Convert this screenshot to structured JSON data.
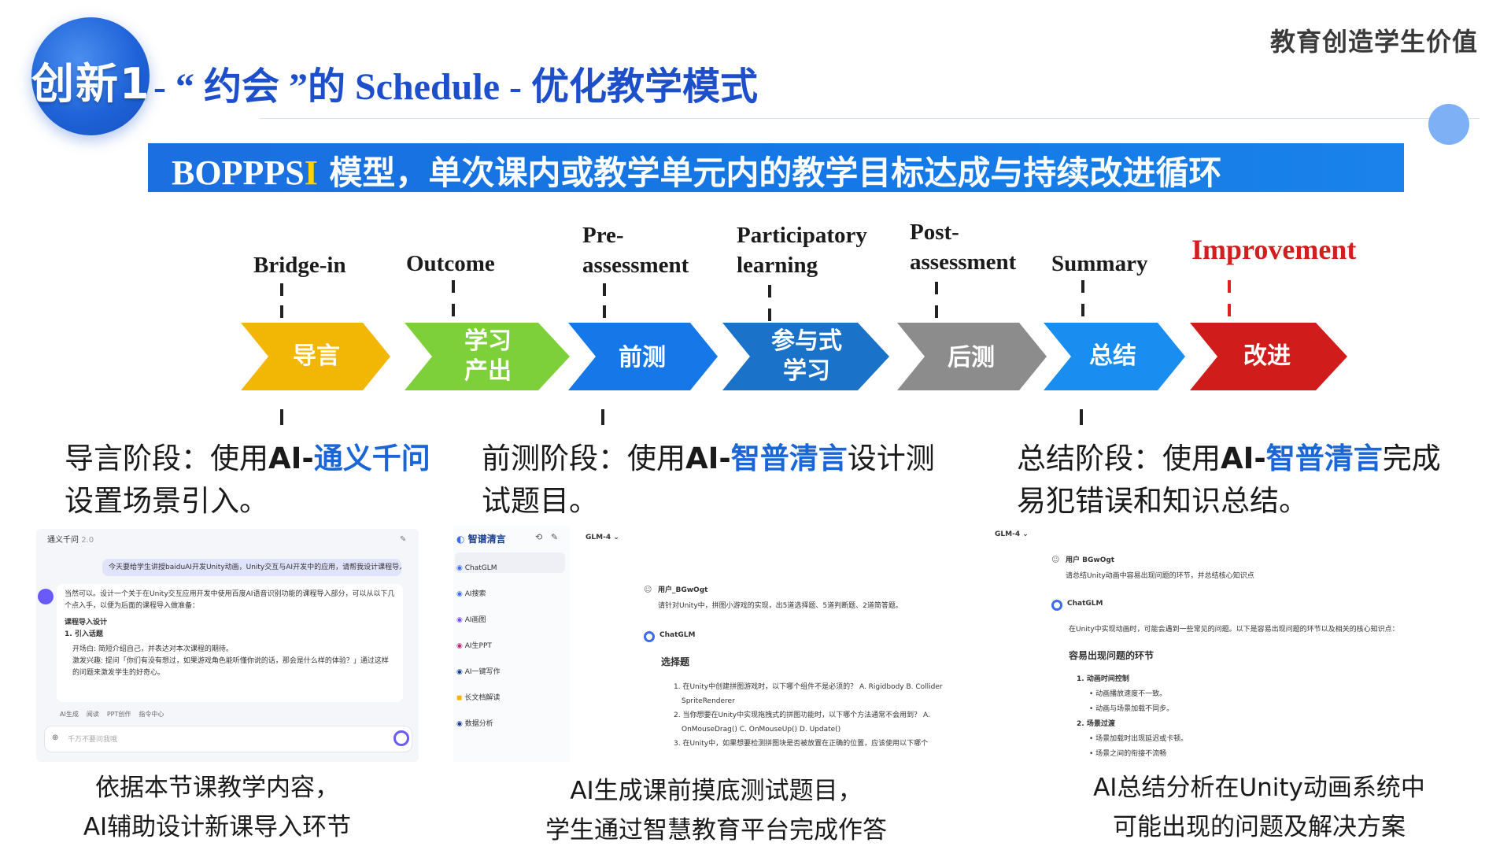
{
  "header": {
    "badge": "创新1",
    "title": "- “ 约会 ”的 Schedule - 优化教学模式",
    "slogan": "教育创造学生价值"
  },
  "banner": {
    "prefix": "BOPPPS",
    "highlight": "I",
    "rest": " 模型，单次课内或教学单元内的教学目标达成与持续改进循环"
  },
  "process": {
    "stages": [
      {
        "en": "Bridge-in",
        "cn": "导言",
        "color": "#f2b705"
      },
      {
        "en": "Outcome",
        "cn": "学习\n产出",
        "color": "#7ed03a"
      },
      {
        "en": "Pre-\nassessment",
        "cn": "前测",
        "color": "#1677e8"
      },
      {
        "en": "Participatory\nlearning",
        "cn": "参与式\n学习",
        "color": "#1b72c9"
      },
      {
        "en": "Post-\nassessment",
        "cn": "后测",
        "color": "#8c8c8c"
      },
      {
        "en": "Summary",
        "cn": "总结",
        "color": "#1a8ef0"
      },
      {
        "en": "Improvement",
        "cn": "改进",
        "color": "#d11c1c"
      }
    ]
  },
  "descriptions": [
    {
      "pre": "导言阶段：使用",
      "ai": "AI-",
      "hl": "通义千问",
      "post": "设置场景引入。"
    },
    {
      "pre": "前测阶段：使用",
      "ai": "AI-",
      "hl": "智普清言",
      "post": "设计测试题目。"
    },
    {
      "pre": "总结阶段：使用",
      "ai": "AI-",
      "hl": "智普清言",
      "post": "完成易犯错误和知识总结。"
    }
  ],
  "panel1": {
    "app": "通义千问",
    "version": "2.0",
    "user_msg": "今天要给学生讲授baiduAI开发Unity动画，Unity交互与AI开发中的应用，请帮我设计课程导入",
    "reply_intro": "当然可以。设计一个关于在Unity交互应用开发中使用百度AI语音识别功能的课程导入部分，可以从以下几个点入手，以便为后面的课程导入做准备：",
    "h1": "课程导入设计",
    "h2": "1. 引入话题",
    "b1": "开场白: 简短介绍自己，并表达对本次课程的期待。",
    "b2": "激发兴趣: 提问「你们有没有想过，如果游戏角色能听懂你说的话，那会是什么样的体验？」通过这样的问题来激发学生的好奇心。",
    "tools": [
      "AI生成",
      "阅读",
      "PPT创作",
      "指令中心"
    ],
    "input_placeholder": "千万不要问我哦"
  },
  "panel2": {
    "app": "智谱清言",
    "model": "GLM-4",
    "nav": [
      "ChatGLM",
      "AI搜索",
      "AI画图",
      "AI生PPT",
      "AI一键写作",
      "长文档解读",
      "数据分析"
    ],
    "user_label": "用户_BGwOgt",
    "user_msg": "请针对Unity中，拼图小游戏的实现，出5道选择题、5道判断题、2道简答题。",
    "bot_label": "ChatGLM",
    "heading": "选择题",
    "q1": "1. 在Unity中创建拼图游戏时，以下哪个组件不是必须的？  A. Rigidbody B. Collider",
    "q1b": "SpriteRenderer",
    "q2": "2. 当你想要在Unity中实现拖拽式的拼图功能时，以下哪个方法通常不会用到？  A.",
    "q2b": "OnMouseDrag()  C. OnMouseUp()  D. Update()",
    "q3": "3. 在Unity中，如果想要检测拼图块是否被放置在正确的位置，应该使用以下哪个"
  },
  "panel3": {
    "model": "GLM-4",
    "user_label": "用户 BGwOgt",
    "user_msg": "请总结Unity动画中容易出现问题的环节，并总结核心知识点",
    "bot_label": "ChatGLM",
    "bot_intro": "在Unity中实现动画时，可能会遇到一些常见的问题。以下是容易出现问题的环节以及相关的核心知识点：",
    "heading": "容易出现问题的环节",
    "i1": "1. 动画时间控制",
    "i1a": "动画播放速度不一致。",
    "i1b": "动画与场景加载不同步。",
    "i2": "2. 场景过渡",
    "i2a": "场景加载时出现延迟或卡顿。",
    "i2b": "场景之间的衔接不流畅"
  },
  "captions": [
    {
      "l1": "依据本节课教学内容，",
      "l2": "AI辅助设计新课导入环节"
    },
    {
      "l1": "AI生成课前摸底测试题目，",
      "l2": "学生通过智慧教育平台完成作答"
    },
    {
      "l1": "AI总结分析在Unity动画系统中",
      "l2": "可能出现的问题及解决方案"
    }
  ],
  "colors": {
    "accent": "#1c4fc9",
    "banner": "#1479e6",
    "improvement": "#d21e1e"
  }
}
